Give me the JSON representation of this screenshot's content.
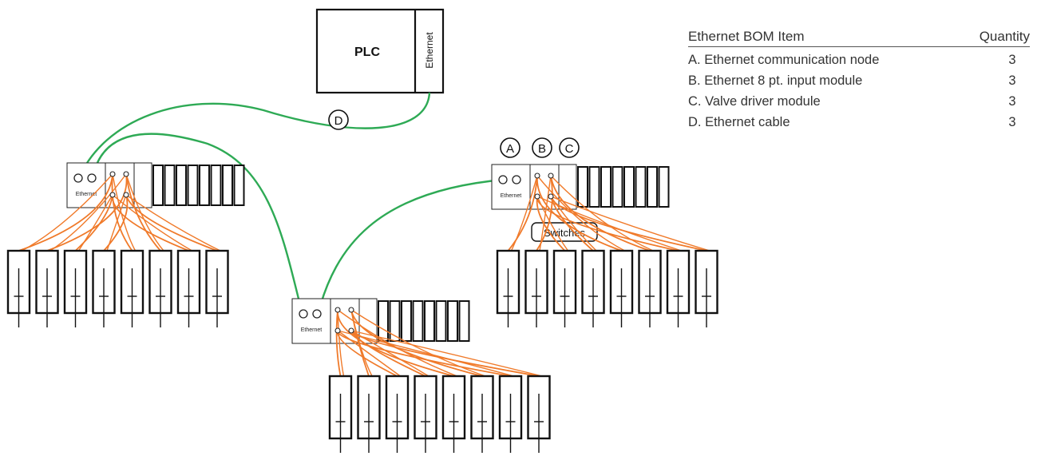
{
  "diagram": {
    "plc_label": "PLC",
    "plc_port_label": "Ethernet",
    "module_port_label": "Ethernet",
    "cable_callout": "D",
    "callouts": [
      "A",
      "B",
      "C"
    ],
    "switches_label": "Switches"
  },
  "bom": {
    "header_item": "Ethernet BOM Item",
    "header_qty": "Quantity",
    "rows": [
      {
        "letter": "A.",
        "text": "Ethernet communication node",
        "qty": "3"
      },
      {
        "letter": "B.",
        "text": "Ethernet 8 pt. input module",
        "qty": "3"
      },
      {
        "letter": "C.",
        "text": "Valve driver module",
        "qty": "3"
      },
      {
        "letter": "D.",
        "text": "Ethernet cable",
        "qty": "3"
      }
    ]
  },
  "colors": {
    "cable": "#2eaa55",
    "wire": "#f07a2a",
    "line": "#111111"
  }
}
